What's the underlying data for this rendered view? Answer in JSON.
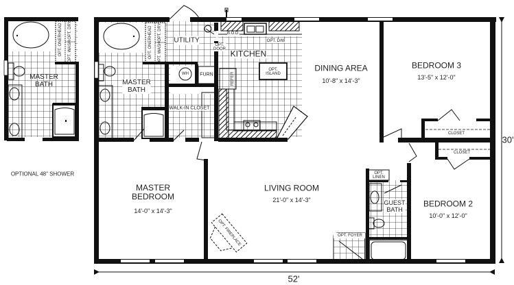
{
  "plan": {
    "overall_width": "52'",
    "overall_depth": "30'"
  },
  "optional_inset": {
    "caption": "OPTIONAL 48\" SHOWER",
    "room_label_line1": "MASTER",
    "room_label_line2": "BATH",
    "overhead": "OPT. ONERHEAD",
    "dry": "OPT. DRY",
    "wash": "OPT. WASH"
  },
  "rooms": {
    "master_bath": {
      "line1": "MASTER",
      "line2": "BATH"
    },
    "utility": {
      "name": "UTILITY"
    },
    "opt_door": {
      "line1": "OPT.",
      "line2": "DOOR"
    },
    "overhead": "OPT. ONERHEAD",
    "dry": "OPT. DRY",
    "wash": "OPT. WASH",
    "water_heater": "WH",
    "furnace": "FURN",
    "walk_in_closet": "WALK-IN CLOSET",
    "kitchen": {
      "name": "KITCHEN",
      "bod": "B.O.D.",
      "dishwasher": "OPT. D/W",
      "refer": "REFER",
      "island_line1": "OPT.",
      "island_line2": "ISLAND"
    },
    "dining_area": {
      "name": "DINING AREA",
      "size": "10'-8\" x 14'-3\""
    },
    "bedroom_3": {
      "name": "BEDROOM 3",
      "size": "13'-5\" x 12'-0\""
    },
    "closet_b3": "CLOSET",
    "closet_b2": "CLOSET",
    "master_bedroom": {
      "line1": "MASTER",
      "line2": "BEDROOM",
      "size": "14'-0\" x 14'-3\""
    },
    "living_room": {
      "name": "LIVING ROOM",
      "size": "21'-0\" x 14'-3\""
    },
    "fireplace": "OPT. FIREPLACE",
    "foyer": "OPT. FOYER",
    "linen": {
      "line1": "OPT.",
      "line2": "LINEN"
    },
    "guest_bath": {
      "line1": "GUEST",
      "line2": "BATH"
    },
    "bedroom_2": {
      "name": "BEDROOM 2",
      "size": "10'-0\" x 12'-0\""
    }
  },
  "colors": {
    "wall": "#111111",
    "background": "#ffffff"
  }
}
